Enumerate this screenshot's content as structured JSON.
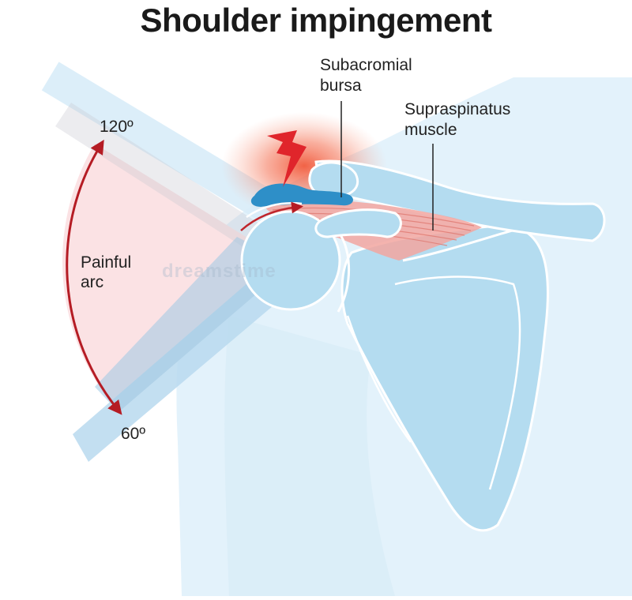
{
  "title": "Shoulder impingement",
  "labels": {
    "bursa_line1": "Subacromial",
    "bursa_line2": "bursa",
    "muscle_line1": "Supraspinatus",
    "muscle_line2": "muscle",
    "arc_line1": "Painful",
    "arc_line2": "arc",
    "angle_top": "120º",
    "angle_bottom": "60º"
  },
  "watermark": "dreamstime",
  "colors": {
    "skin": "#e3f2fb",
    "bone": "#b4dcf0",
    "bone_outline": "#ffffff",
    "arm_band": "#d8ecf8",
    "arc_fill": "#fbe2e4",
    "arc_arrow": "#b51c24",
    "pain_glow": "#f05a3c",
    "lightning": "#e0252b",
    "bursa": "#2e8fc8",
    "muscle": "#f2a6a0",
    "text": "#222222"
  }
}
